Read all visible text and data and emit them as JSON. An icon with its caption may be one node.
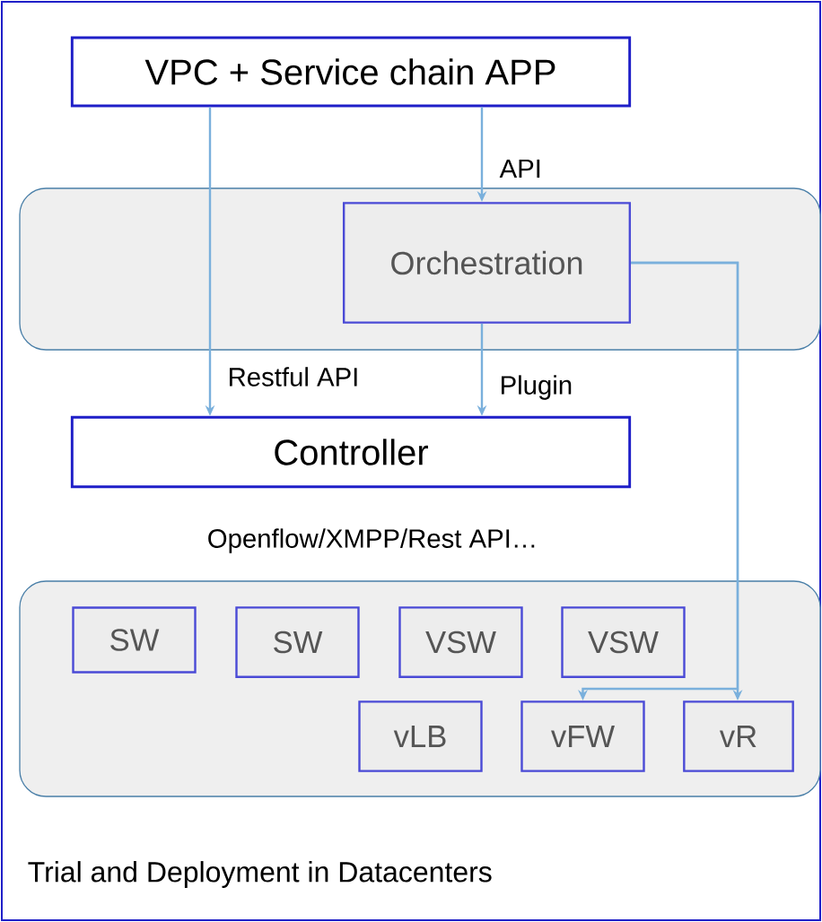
{
  "diagram": {
    "caption": "Trial and Deployment in Datacenters",
    "nodes": [
      {
        "text": [
          "VPC + Service chain APP"
        ]
      },
      {
        "text": [],
        "shape": "box"
      },
      {
        "text": [
          "Orchestration"
        ],
        "in": 1
      },
      {
        "text": [
          "Controller"
        ]
      },
      {
        "text": [],
        "shape": "box"
      },
      {
        "text": [
          "SW"
        ],
        "in": 4
      },
      {
        "text": [
          "SW"
        ],
        "in": 4
      },
      {
        "text": [
          "VSW"
        ],
        "in": 4
      },
      {
        "text": [
          "VSW"
        ],
        "in": 4
      },
      {
        "text": [
          "vLB"
        ],
        "in": 4
      },
      {
        "text": [
          "vFW"
        ],
        "in": 4
      },
      {
        "text": [
          "vR"
        ],
        "in": 4
      }
    ],
    "edges": [
      {
        "from": 0,
        "to": 3,
        "arrow": "to",
        "label": "Restful API"
      },
      {
        "from": 0,
        "to": 2,
        "arrow": "to",
        "label": "API"
      },
      {
        "from": 2,
        "to": 3,
        "arrow": "to",
        "label": "Plugin"
      },
      {
        "from": 2,
        "to": 11,
        "arrow": "to"
      },
      {
        "from": 2,
        "to": 10,
        "arrow": "to"
      }
    ],
    "labels": [
      "Openflow/XMPP/Rest API…"
    ]
  }
}
